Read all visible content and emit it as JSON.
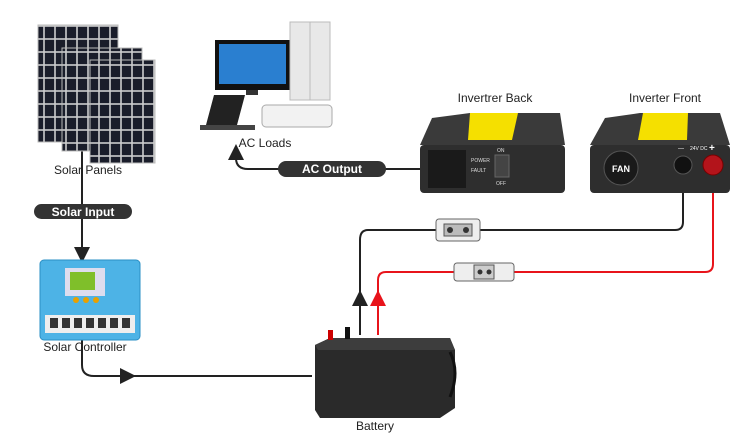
{
  "labels": {
    "solar_panels": "Solar Panels",
    "ac_loads": "AC Loads",
    "inverter_back": "Invertrer Back",
    "inverter_front": "Inverter Front",
    "solar_controller": "Solar Controller",
    "battery": "Battery"
  },
  "flows": {
    "solar_input": "Solar Input",
    "ac_output": "AC Output"
  },
  "inverter_back": {
    "on": "ON",
    "off": "OFF",
    "power": "POWER",
    "fault": "FAULT"
  },
  "inverter_front": {
    "fan": "FAN",
    "voltage": "24V DC",
    "minus": "—",
    "plus": "+"
  },
  "colors": {
    "wire_negative": "#222222",
    "wire_positive": "#e8141b",
    "pill": "#333333",
    "controller": "#4db3e6"
  }
}
